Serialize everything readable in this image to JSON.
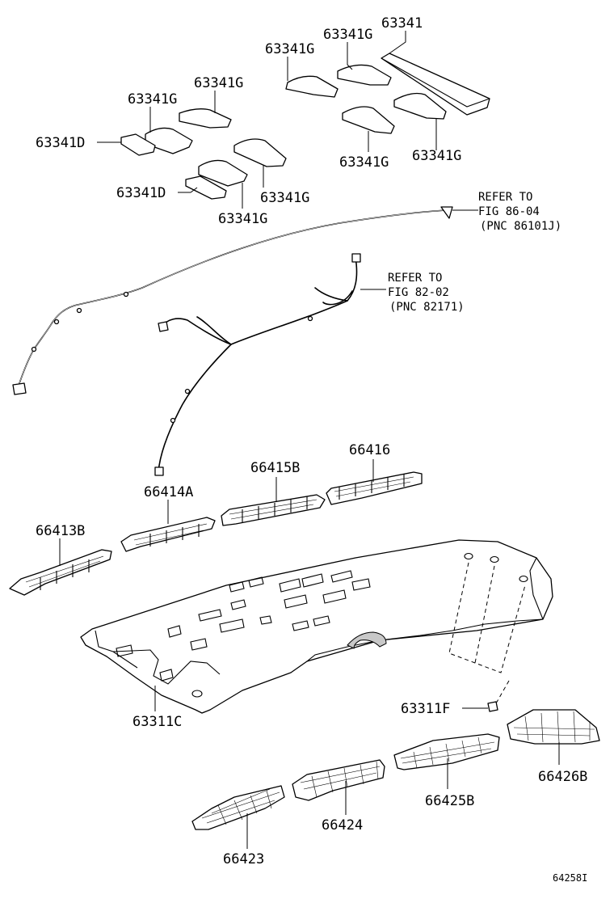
{
  "labels": {
    "p63341": "63341",
    "p63341g_top_a": "63341G",
    "p63341g_top_b": "63341G",
    "p63341g_mid_a": "63341G",
    "p63341g_mid_b": "63341G",
    "p63341g_mid_c": "63341G",
    "p63341g_low_a": "63341G",
    "p63341g_low_b": "63341G",
    "p63341g_low_c": "63341G",
    "p63341d_a": "63341D",
    "p63341d_b": "63341D",
    "p66416": "66416",
    "p66415b": "66415B",
    "p66414a": "66414A",
    "p66413b": "66413B",
    "p63311c": "63311C",
    "p63311f": "63311F",
    "p66423": "66423",
    "p66424": "66424",
    "p66425b": "66425B",
    "p66426b": "66426B"
  },
  "references": {
    "ref1_line1": "REFER TO",
    "ref1_line2": "FIG 86-04",
    "ref1_line3": "(PNC 86101J)",
    "ref2_line1": "REFER TO",
    "ref2_line2": "FIG 82-02",
    "ref2_line3": "(PNC 82171)"
  },
  "figure_id": "64258I"
}
